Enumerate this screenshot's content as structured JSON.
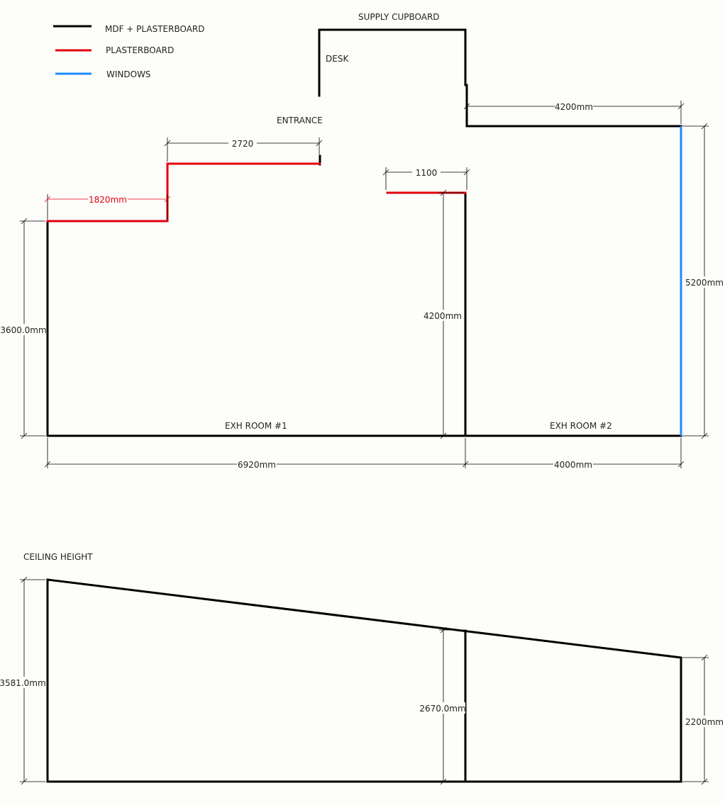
{
  "legend": {
    "items": [
      {
        "label": "MDF + PLASTERBOARD",
        "color": "#000000"
      },
      {
        "label": "PLASTERBOARD",
        "color": "#e3000f"
      },
      {
        "label": "WINDOWS",
        "color": "#1a8cff"
      }
    ]
  },
  "plan": {
    "rooms": {
      "supply_cupboard": "SUPPLY CUPBOARD",
      "desk": "DESK",
      "entrance": "ENTRANCE",
      "exh_room_1": "EXH ROOM #1",
      "exh_room_2": "EXH ROOM #2"
    },
    "dimensions": {
      "cupboard_width": "4200mm",
      "step_upper": "2720",
      "step_lower": "1820mm",
      "partition_stub": "1100",
      "left_wall": "3600.0mm",
      "partition_length": "4200mm",
      "right_wall": "5200mm",
      "room1_width": "6920mm",
      "room2_width": "4000mm"
    }
  },
  "section": {
    "title": "CEILING HEIGHT",
    "dimensions": {
      "left_height": "3581.0mm",
      "middle_height": "2670.0mm",
      "right_height": "2200mm"
    }
  }
}
